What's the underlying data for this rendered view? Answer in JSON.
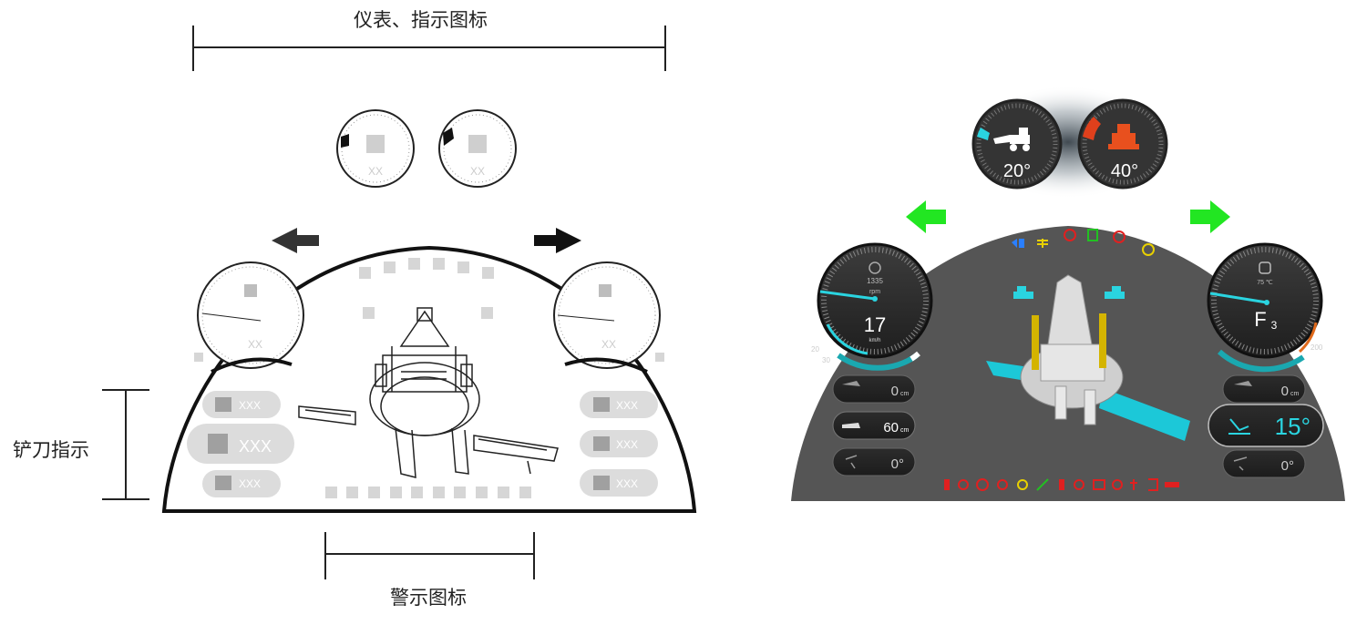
{
  "wireframe": {
    "top_label": "仪表、指示图标",
    "left_label": "铲刀指示",
    "bottom_label": "警示图标",
    "small_gauge_text": "XX",
    "pill_text_small": "XXX",
    "pill_text_large": "XXX"
  },
  "dashboard": {
    "pitch_angle": "20°",
    "roll_angle": "40°",
    "speed": {
      "value": "17",
      "unit": "km/h",
      "rpm_value": "1335",
      "rpm_unit": "rpm"
    },
    "gear": {
      "letter": "F",
      "number": "3",
      "temp": "75 ℃"
    },
    "left_blade": [
      {
        "value": "0",
        "unit": "cm"
      },
      {
        "value": "60",
        "unit": "cm"
      },
      {
        "value": "0°",
        "unit": ""
      }
    ],
    "right_blade": [
      {
        "value": "0",
        "unit": "cm"
      },
      {
        "value": "15°",
        "unit": ""
      },
      {
        "value": "0°",
        "unit": ""
      }
    ],
    "left_scale_labels": [
      "20",
      "30"
    ],
    "right_scale_label": "200",
    "colors": {
      "accent": "#2ad4e0",
      "arrow": "#22e622",
      "warning_red": "#e02020",
      "warning_yellow": "#e8d000",
      "panel": "#555555"
    }
  }
}
